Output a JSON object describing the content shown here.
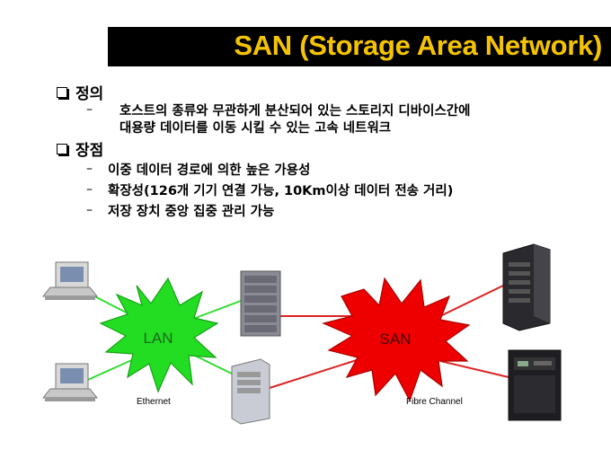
{
  "title": "SAN (Storage Area Network)",
  "sections": [
    {
      "heading": "정의",
      "items": [
        "호스트의 종류와 무관하게 분산되어 있는 스토리지 디바이스간에",
        "대용량 데이터를 이동 시킬 수 있는 고속 네트워크"
      ]
    },
    {
      "heading": "장점",
      "items": [
        "이중 데이터 경로에 의한 높은 가용성",
        "확장성(126개 기기 연결 가능, 10Km이상 데이터 전송 거리)",
        "저장 장치 중앙 집중 관리 가능"
      ]
    }
  ],
  "diagram": {
    "lan_label": "LAN",
    "san_label": "SAN",
    "ethernet_label": "Ethernet",
    "fibre_label": "Fibre Channel",
    "colors": {
      "lan": "#22dd22",
      "san": "#ee0000",
      "title": "#f5c400",
      "link_green": "#33dd33",
      "link_red": "#dd2222"
    }
  }
}
